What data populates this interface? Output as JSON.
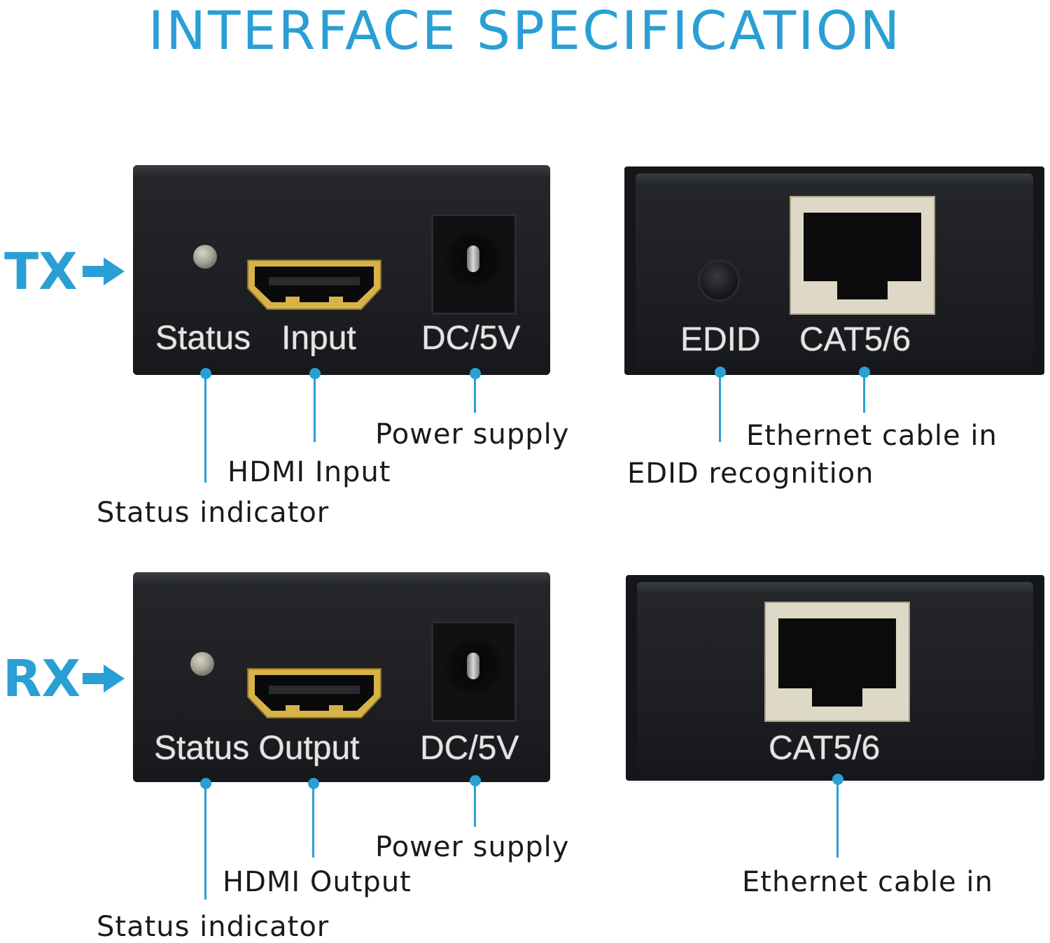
{
  "title": "INTERFACE SPECIFICATION",
  "tx": {
    "side_label": "TX",
    "front_panel": {
      "status": "Status",
      "input": "Input",
      "dc": "DC/5V"
    },
    "back_panel": {
      "edid": "EDID",
      "cat": "CAT5/6"
    },
    "captions": {
      "power": "Power supply",
      "hdmi": "HDMI Input",
      "status": "Status indicator",
      "ethernet": "Ethernet cable in",
      "edid": "EDID recognition"
    }
  },
  "rx": {
    "side_label": "RX",
    "front_panel": {
      "status_output": "Status Output",
      "dc": "DC/5V"
    },
    "back_panel": {
      "cat": "CAT5/6"
    },
    "captions": {
      "power": "Power supply",
      "hdmi": "HDMI Output",
      "status": "Status indicator",
      "ethernet": "Ethernet cable in"
    }
  },
  "colors": {
    "accent": "#2a9fd4",
    "panel": "#1d1f22",
    "caption": "#1a1a1a",
    "hdmi_gold": "#d7b24a"
  },
  "icons": {
    "arrow": "arrow-right-icon"
  }
}
